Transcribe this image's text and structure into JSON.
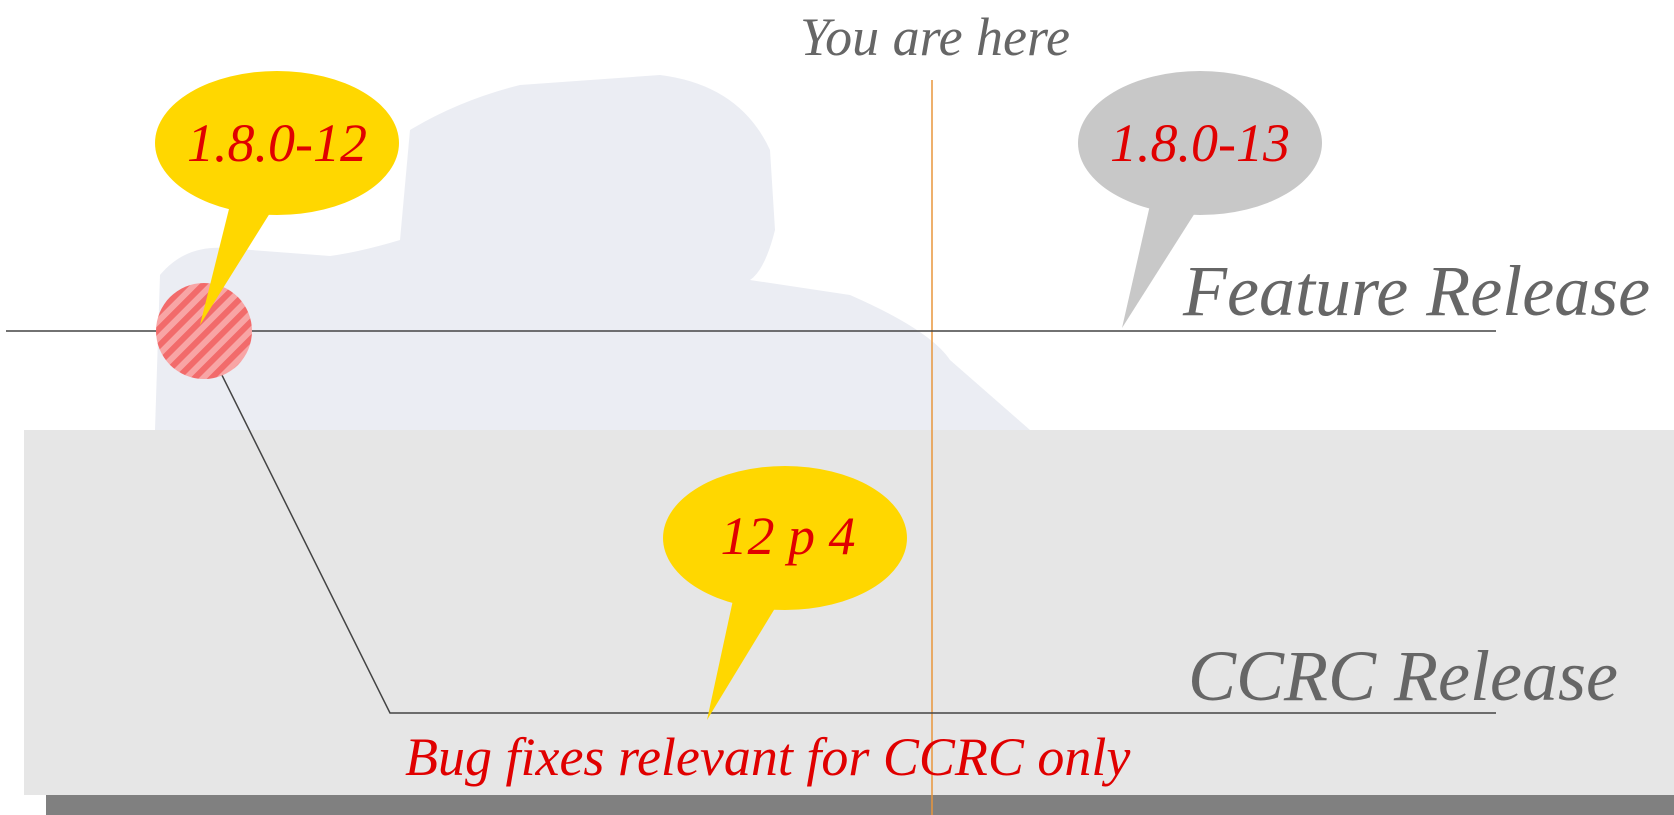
{
  "marker": {
    "label": "You are here"
  },
  "tracks": {
    "feature": {
      "title": "Feature Release"
    },
    "ccrc": {
      "title": "CCRC Release",
      "note": "Bug fixes relevant for CCRC only"
    }
  },
  "bubbles": [
    {
      "text": "1.8.0-12",
      "fill": "#FFD700"
    },
    {
      "text": "1.8.0-13",
      "fill": "#C8C8C8"
    },
    {
      "text": "12 p 4",
      "fill": "#FFD700"
    }
  ],
  "colors": {
    "label_gray": "#666666",
    "accent_red": "#E00000",
    "marker_orange": "#E8963C",
    "band_gray": "#E6E6E6",
    "footer_gray": "#808080",
    "silhouette": "#EBEDF3",
    "branch_point": "#F26B6B"
  }
}
